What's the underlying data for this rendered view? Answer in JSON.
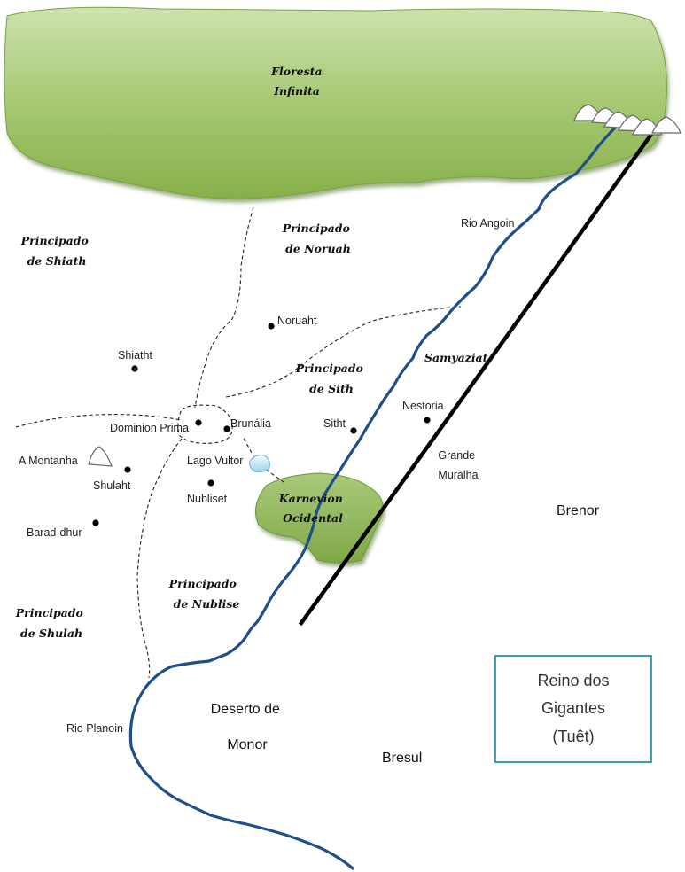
{
  "regions": {
    "forest": "Floresta Infinita",
    "forest_lines": [
      "Floresta",
      "Infinita"
    ],
    "lake_region_lines": [
      "Karnevion",
      "Ocidental"
    ],
    "shiath_lines": [
      "Principado",
      "de Shiath"
    ],
    "noruah_lines": [
      "Principado",
      "de Noruah"
    ],
    "sith_lines": [
      "Principado",
      "de Sith"
    ],
    "nublise_lines": [
      "Principado",
      "de Nublise"
    ],
    "shulah_lines": [
      "Principado",
      "de Shulah"
    ],
    "samyaziat": "Samyaziat",
    "brenor": "Brenor",
    "bresul": "Bresul",
    "desert_lines": [
      "Deserto de",
      "Monor"
    ]
  },
  "places": {
    "noruaht": "Noruaht",
    "shiatht": "Shiatht",
    "dominion_prima": "Dominion Prima",
    "brunalia": "Brunália",
    "sitht": "Sitht",
    "nestoria": "Nestoria",
    "a_montanha": "A Montanha",
    "shulaht": "Shulaht",
    "lago_vultor": "Lago Vultor",
    "nubliset": "Nubliset",
    "barad_dhur": "Barad-dhur"
  },
  "features": {
    "rio_angoin": "Rio Angoin",
    "rio_planoin": "Rio Planoin",
    "great_wall_lines": [
      "Grande",
      "Muralha"
    ]
  },
  "legend": {
    "lines": [
      "Reino dos",
      "Gigantes",
      "(Tuêt)"
    ]
  },
  "colors": {
    "forest_light": "#c4dca4",
    "forest_dark": "#8fb850",
    "river": "#1f4f8a",
    "legend_border": "#3f9fb5"
  },
  "icons": [
    "mountain-icon",
    "city-dot-icon",
    "lake-icon"
  ]
}
